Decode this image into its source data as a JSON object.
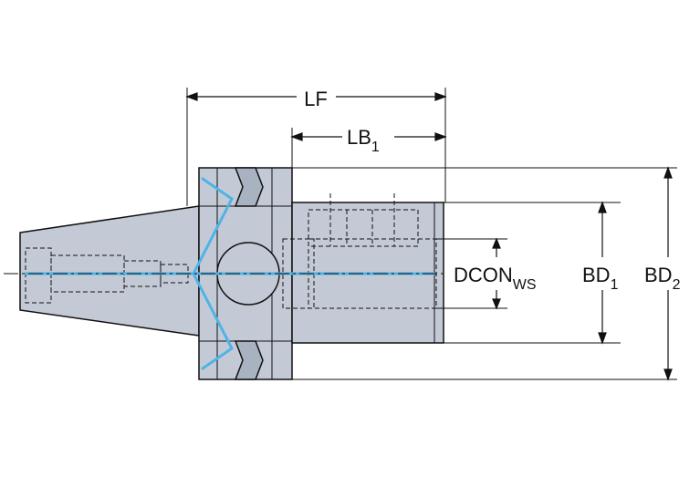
{
  "dimensions": {
    "lf": {
      "main": "LF",
      "sub": ""
    },
    "lb1": {
      "main": "LB",
      "sub": "1"
    },
    "dcon": {
      "main": "DCON",
      "sub": "WS"
    },
    "bd1": {
      "main": "BD",
      "sub": "1"
    },
    "bd2": {
      "main": "BD",
      "sub": "2"
    }
  },
  "colors": {
    "body_fill": "#c3cad6",
    "body_fill_dark": "#a9b2c1",
    "outline": "#111111",
    "coolant": "#4fb3e6",
    "background": "#ffffff"
  }
}
